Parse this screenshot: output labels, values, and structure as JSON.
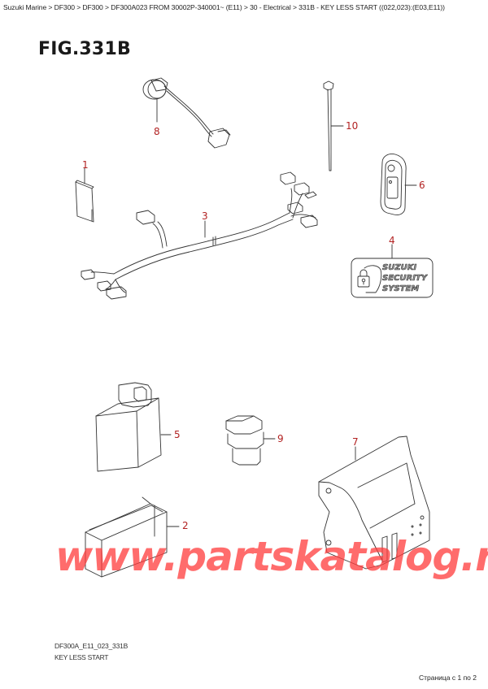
{
  "breadcrumb": {
    "text": "Suzuki Marine > DF300 > DF300 > DF300A023 FROM 30002P-340001~ (E11) > 30 - Electrical > 331B - KEY LESS START ((022,023):(E03,E11))",
    "items": [
      "Suzuki Marine",
      "DF300",
      "DF300",
      "DF300A023 FROM 30002P-340001~ (E11)",
      "30 - Electrical",
      "331B - KEY LESS START ((022,023):(E03,E11))"
    ]
  },
  "figure": {
    "title": "FIG.331B",
    "callouts": [
      {
        "number": "1",
        "part": "card"
      },
      {
        "number": "2",
        "part": "case"
      },
      {
        "number": "3",
        "part": "wiring harness"
      },
      {
        "number": "4",
        "part": "security system sticker"
      },
      {
        "number": "5",
        "part": "control unit"
      },
      {
        "number": "6",
        "part": "key fob"
      },
      {
        "number": "7",
        "part": "bracket"
      },
      {
        "number": "8",
        "part": "antenna / sensor with lead"
      },
      {
        "number": "9",
        "part": "switch"
      },
      {
        "number": "10",
        "part": "cable tie"
      }
    ],
    "sticker_text": [
      "SUZUKI",
      "SECURITY",
      "SYSTEM"
    ],
    "callout_color": "#b22222"
  },
  "footer": {
    "code": "DF300A_E11_023_331B",
    "name": "KEY LESS START",
    "pager": "Страница с 1 по 2"
  },
  "watermark": {
    "text": "www.partskatalog.ru",
    "color": "#ff3b3b"
  }
}
